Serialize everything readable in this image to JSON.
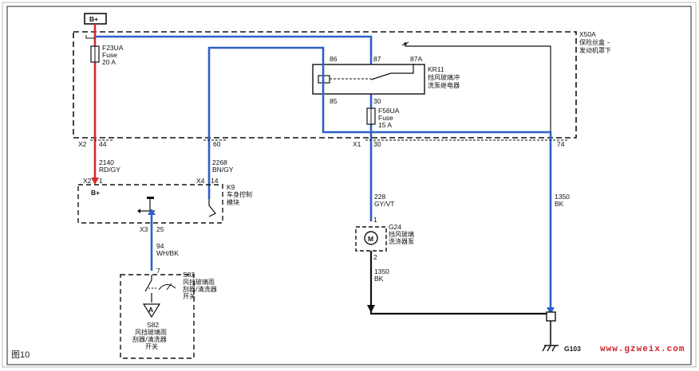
{
  "figure_label": "图10",
  "watermark": "www.gzweix.com",
  "power": {
    "label": "B+"
  },
  "fuse_box": {
    "id": "X50A",
    "name_line1": "保险丝盒 –",
    "name_line2": "发动机罩下"
  },
  "fuse_f23": {
    "id": "F23UA",
    "kind": "Fuse",
    "rating": "20 A"
  },
  "fuse_f56": {
    "id": "F56UA",
    "kind": "Fuse",
    "rating": "15 A"
  },
  "relay": {
    "id": "KR11",
    "name_line1": "挡风玻璃冲",
    "name_line2": "洗泵继电器",
    "pin_86": "86",
    "pin_87": "87",
    "pin_87a": "87A",
    "pin_85": "85",
    "pin_30": "30"
  },
  "connectors": {
    "x2_name": "X2",
    "x2_pin": "44",
    "x2b_pin": "60",
    "x1_name": "X1",
    "x1_pin": "30",
    "x1_pin2": "74"
  },
  "wires": {
    "w1_num": "2140",
    "w1_color": "RD/GY",
    "w2_num": "2268",
    "w2_color": "BN/GY",
    "w3_num": "228",
    "w3_color": "GY/VT",
    "w4_num": "1350",
    "w4_color": "BK",
    "w5_num": "1350",
    "w5_color": "BK",
    "w6_num": "94",
    "w6_color": "WH/BK"
  },
  "bcm": {
    "id": "K9",
    "name_line1": "车身控制",
    "name_line2": "模块",
    "x2_name": "X2",
    "x2_pin": "1",
    "bplus": "B+",
    "x4_name": "X4",
    "x4_pin": "14",
    "x3_name": "X3",
    "x3_pin": "25"
  },
  "motor": {
    "id": "G24",
    "name_line1": "挡风玻璃",
    "name_line2": "洗涤器泵",
    "symbol": "M",
    "pin1": "1",
    "pin2": "2"
  },
  "switch": {
    "pin": "7",
    "id_top": "S82",
    "name_top1": "风挡玻璃雨",
    "name_top2": "刮器/清洗器",
    "name_top3": "开关",
    "id_bottom": "S82",
    "name_bottom1": "风挡玻璃雨",
    "name_bottom2": "刮器/清洗器",
    "name_bottom3": "开关",
    "symbol": "A"
  },
  "ground": {
    "id": "G103"
  },
  "colors": {
    "power": "#d62a2a",
    "signal": "#2f5fc8",
    "ground": "#111111",
    "frame": "#111111"
  }
}
